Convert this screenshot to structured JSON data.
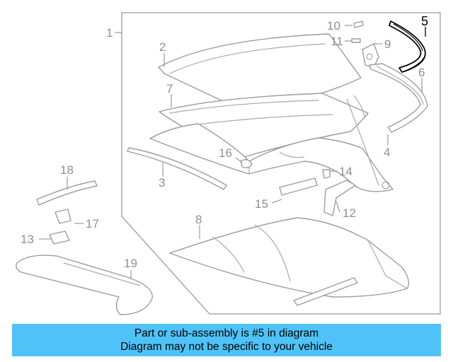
{
  "callouts": [
    "1",
    "2",
    "3",
    "4",
    "5",
    "6",
    "7",
    "8",
    "9",
    "10",
    "11",
    "12",
    "13",
    "14",
    "15",
    "16",
    "17",
    "18",
    "19"
  ],
  "highlighted_part": "5",
  "colors": {
    "banner": "#4fc3f7",
    "highlight": "#000000",
    "parts": "#9c9c9c"
  },
  "banner": {
    "line1": "Part or sub-assembly is #5 in diagram",
    "line2": "Diagram may not be specific to your vehicle"
  }
}
